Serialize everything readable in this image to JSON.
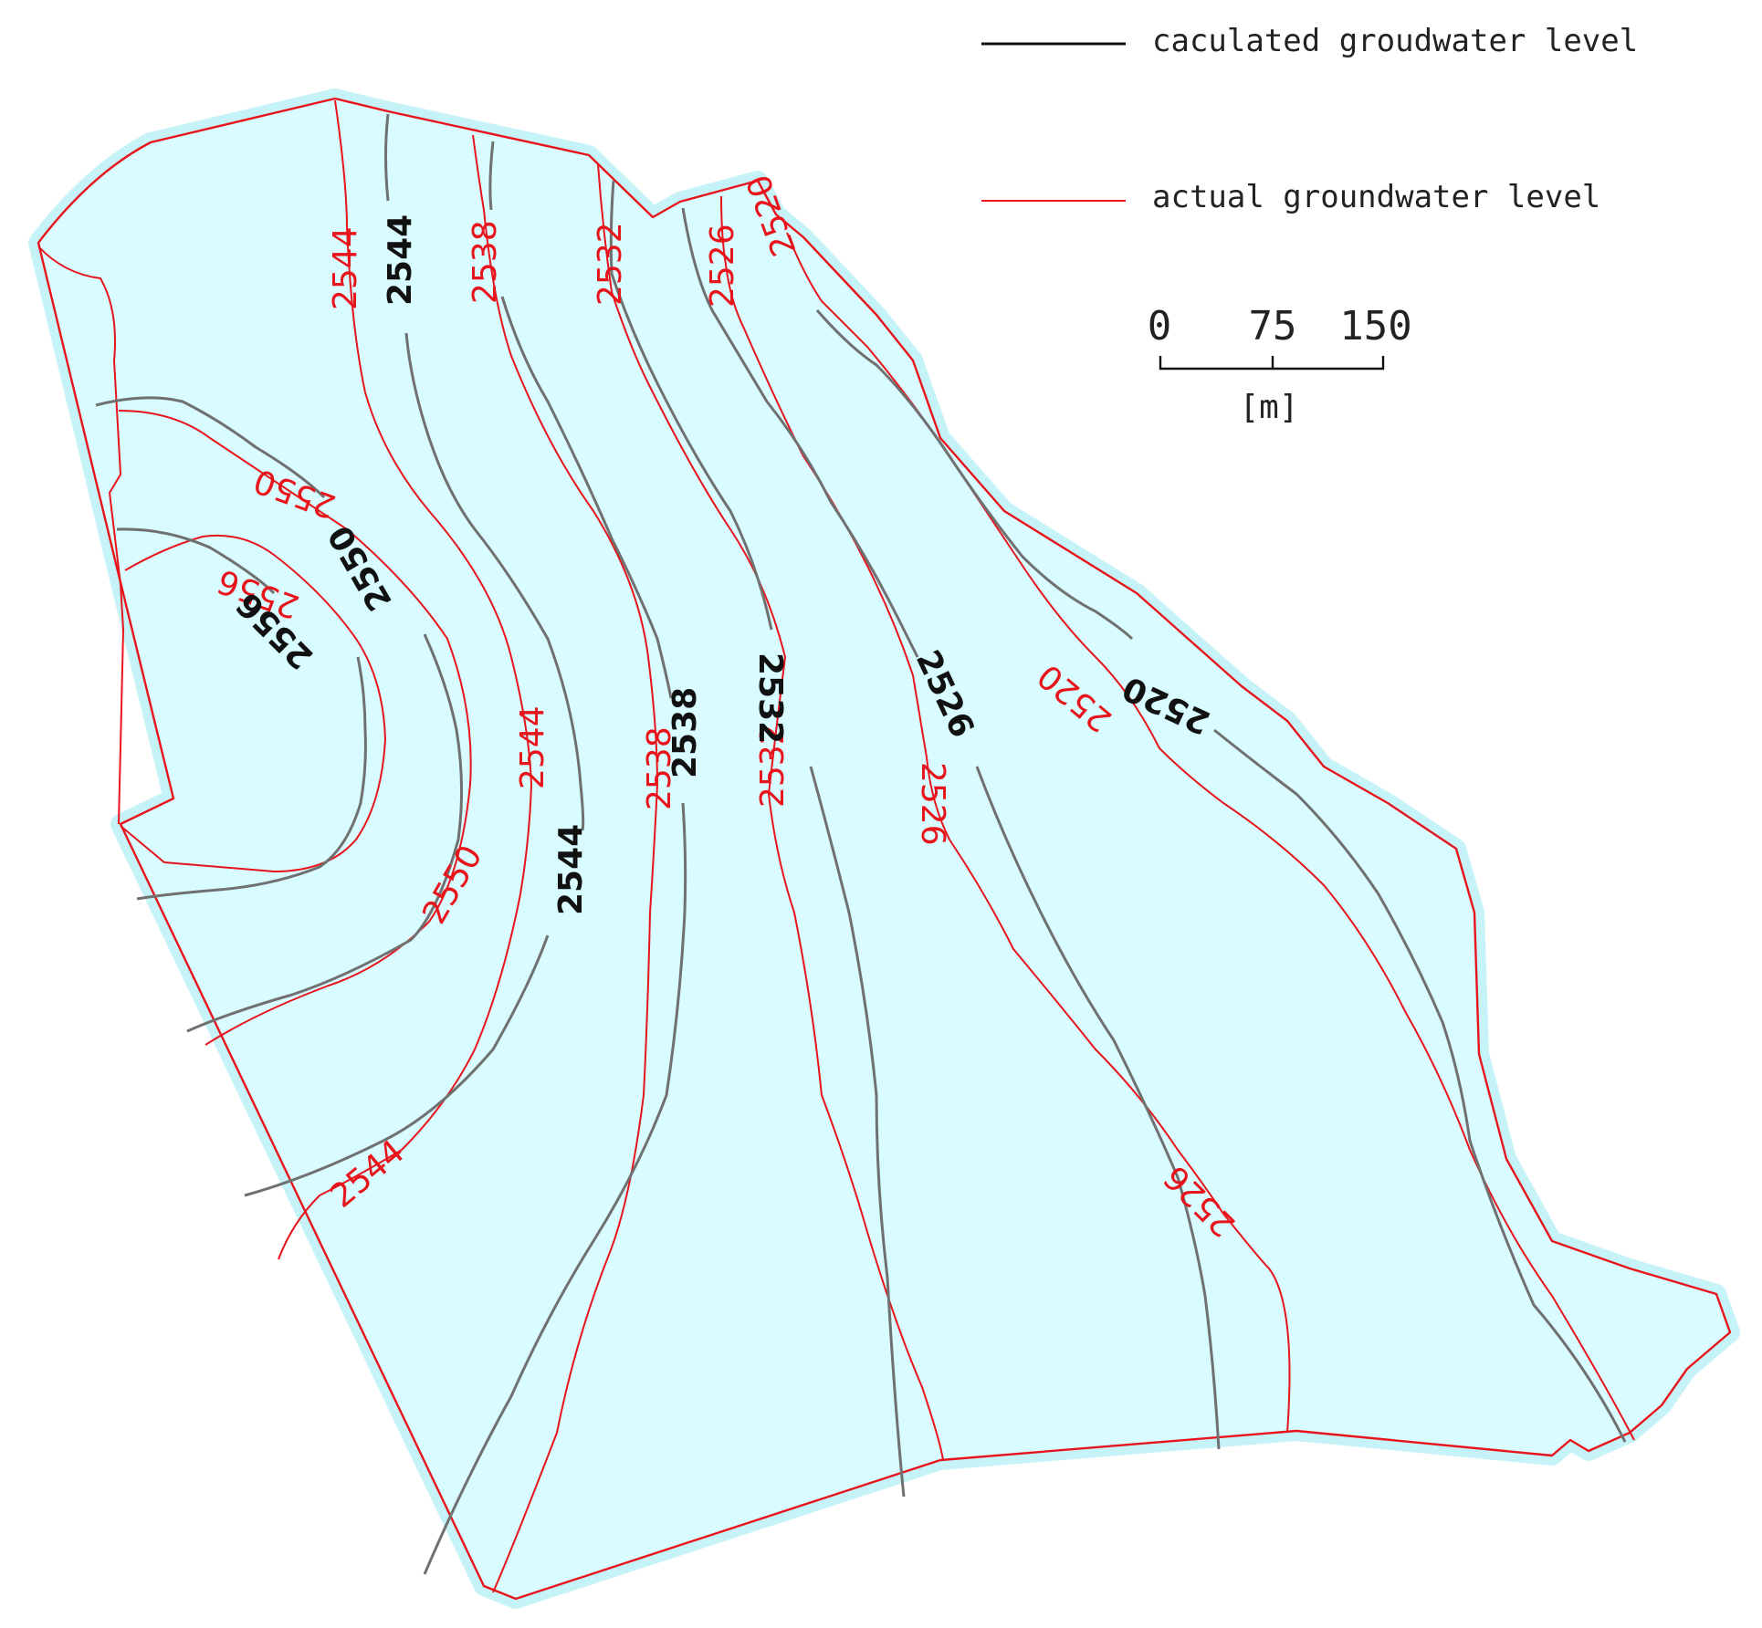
{
  "legend": {
    "calculated_label": "caculated groudwater level",
    "actual_label": "actual groundwater level",
    "calculated_color": "#111111",
    "actual_color": "#e8141c"
  },
  "scale_bar": {
    "ticks": [
      "0",
      "75",
      "150"
    ],
    "unit": "[m]"
  },
  "colors": {
    "area_fill": "#d8fcff",
    "boundary": "#e8141c",
    "calculated_line": "#707070"
  },
  "contours": {
    "actual": [
      "2556",
      "2550",
      "2544",
      "2538",
      "2532",
      "2526",
      "2520"
    ],
    "calculated": [
      "2556",
      "2550",
      "2544",
      "2538",
      "2532",
      "2526",
      "2520"
    ]
  },
  "labels": {
    "actual": {
      "a2544_top": "2544",
      "a2538_top": "2538",
      "a2532_top": "2532",
      "a2526_top": "2526",
      "a2520_top": "2520",
      "a2550_upper": "2550",
      "a2556": "2556",
      "a2544_mid": "2544",
      "a2550_lower": "2550",
      "a2538_mid": "2538",
      "a2532_mid": "2532",
      "a2526_mid": "2526",
      "a2520_mid": "2520",
      "a2544_lower": "2544",
      "a2526_lower": "2526"
    },
    "calculated": {
      "c2544_top": "2544",
      "c2550": "2550",
      "c2556": "2556",
      "c2538_mid": "2538",
      "c2532_mid": "2532",
      "c2526_mid": "2526",
      "c2520": "2520",
      "c2544_mid": "2544"
    }
  }
}
